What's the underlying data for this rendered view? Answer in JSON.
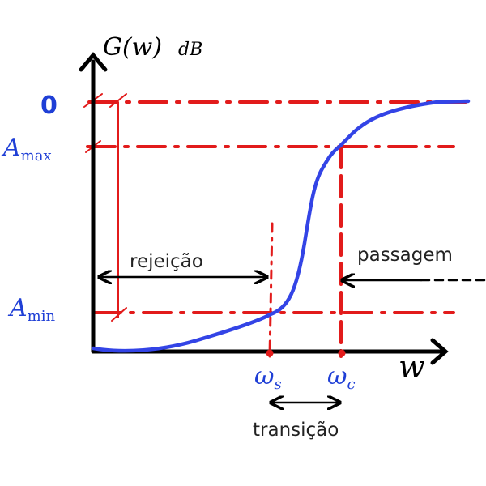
{
  "diagram": {
    "axis": {
      "y_label": "G(w)",
      "y_unit": "dB",
      "x_label": "w"
    },
    "y_ticks": {
      "zero": "0",
      "a_max_base": "A",
      "a_max_sub": "max",
      "a_min_base": "A",
      "a_min_sub": "min"
    },
    "x_ticks": {
      "ws_base": "ω",
      "ws_sub": "s",
      "wc_base": "ω",
      "wc_sub": "c"
    },
    "regions": {
      "rejection": "rejeição",
      "pass": "passagem",
      "transition": "transição"
    },
    "colors": {
      "axis": "#000000",
      "curve": "#3344e6",
      "guides": "#e21b1b",
      "tick_labels": "#1f3fd6",
      "region_labels": "#222222"
    }
  }
}
